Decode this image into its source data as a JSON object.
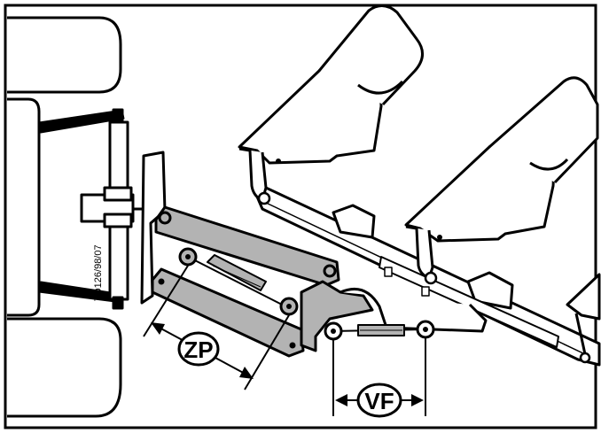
{
  "labels": {
    "zp": "ZP",
    "vf": "VF",
    "figure_code": "TD126/98/07"
  },
  "colors": {
    "line": "#000000",
    "arm_fill": "#b3b3b3",
    "background": "#ffffff"
  }
}
